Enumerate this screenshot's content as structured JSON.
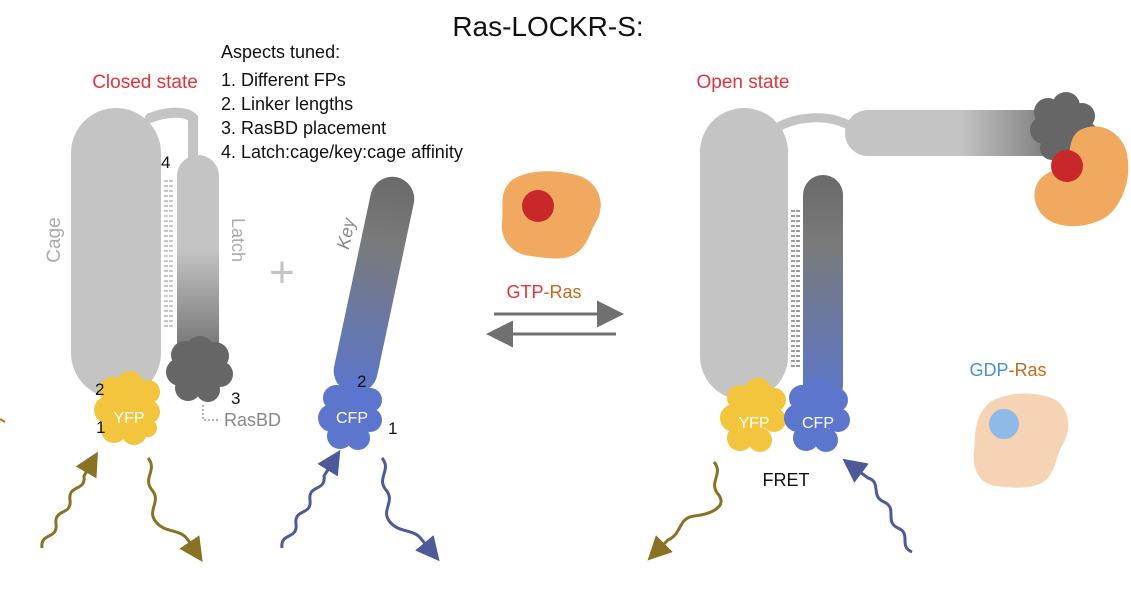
{
  "title": "Ras-LOCKR-S:",
  "closed_state": {
    "label": "Closed state",
    "cage_label": "Cage",
    "latch_label": "Latch",
    "yfp_label": "YFP",
    "rasbd_label": "RasBD",
    "markers": [
      "1",
      "2",
      "3",
      "4"
    ]
  },
  "aspects": {
    "heading": "Aspects tuned:",
    "items": [
      "1. Different FPs",
      "2. Linker lengths",
      "3. RasBD placement",
      "4. Latch:cage/key:cage affinity"
    ]
  },
  "plus_sign": "+",
  "key": {
    "label": "Key",
    "cfp_label": "CFP",
    "markers": [
      "1",
      "2"
    ]
  },
  "equilibrium": {
    "gtp_prefix": "GTP",
    "gtp_suffix": "-Ras"
  },
  "open_state": {
    "label": "Open state",
    "yfp_label": "YFP",
    "cfp_label": "CFP",
    "fret_label": "FRET"
  },
  "gdp": {
    "prefix": "GDP",
    "suffix": "-Ras"
  },
  "colors": {
    "red_label": "#e0333a",
    "gtp_orange": "#c66a1a",
    "gdp_blue": "#4a90d0",
    "cage_gray": "#c4c4c4",
    "dark_gray": "#6e6e6e",
    "yfp": "#f2c53d",
    "cfp": "#5b76cc",
    "ras_orange": "#f0a95e",
    "ras_red": "#c8282a",
    "wave_yellow": "#8a7224",
    "wave_blue": "#4d5a9a"
  }
}
